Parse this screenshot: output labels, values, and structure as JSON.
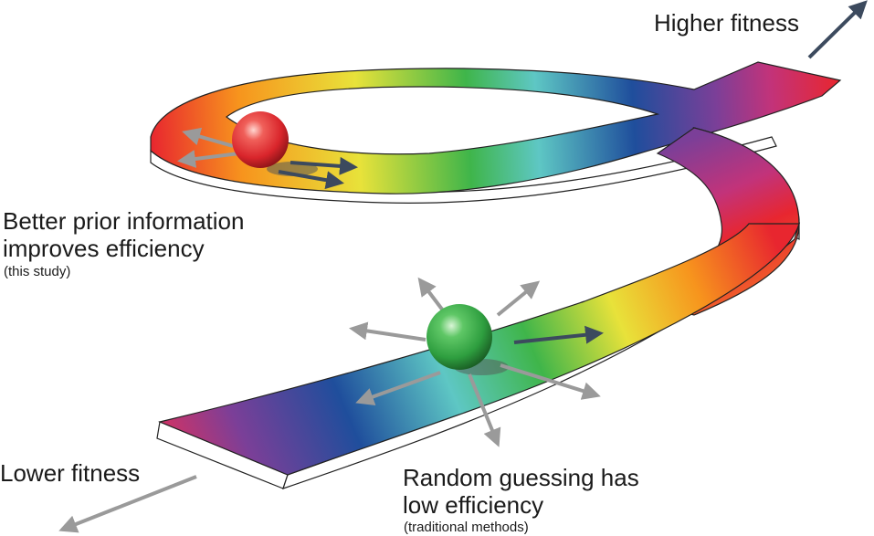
{
  "labels": {
    "higher_fitness": "Higher fitness",
    "lower_fitness": "Lower fitness",
    "prior_line1": "Better prior information",
    "prior_line2": "improves efficiency",
    "prior_note": "(this study)",
    "random_line1": "Random guessing has",
    "random_line2": "low efficiency",
    "random_note": "(traditional methods)"
  },
  "colors": {
    "red": "#e8262f",
    "orange": "#f7941d",
    "yellow": "#e8e23a",
    "green": "#3fb54a",
    "teal": "#5ec7c4",
    "blue": "#1f4e9c",
    "purple": "#7b3f98",
    "magenta": "#c2337a",
    "arrow_dark": "#3c4a5e",
    "arrow_light": "#9a9a9a",
    "ball_red": "#d9252b",
    "ball_green": "#2e9e3f"
  },
  "icons": {
    "red_ball": "sphere-icon",
    "green_ball": "sphere-icon",
    "arrows": "arrow-icon"
  }
}
